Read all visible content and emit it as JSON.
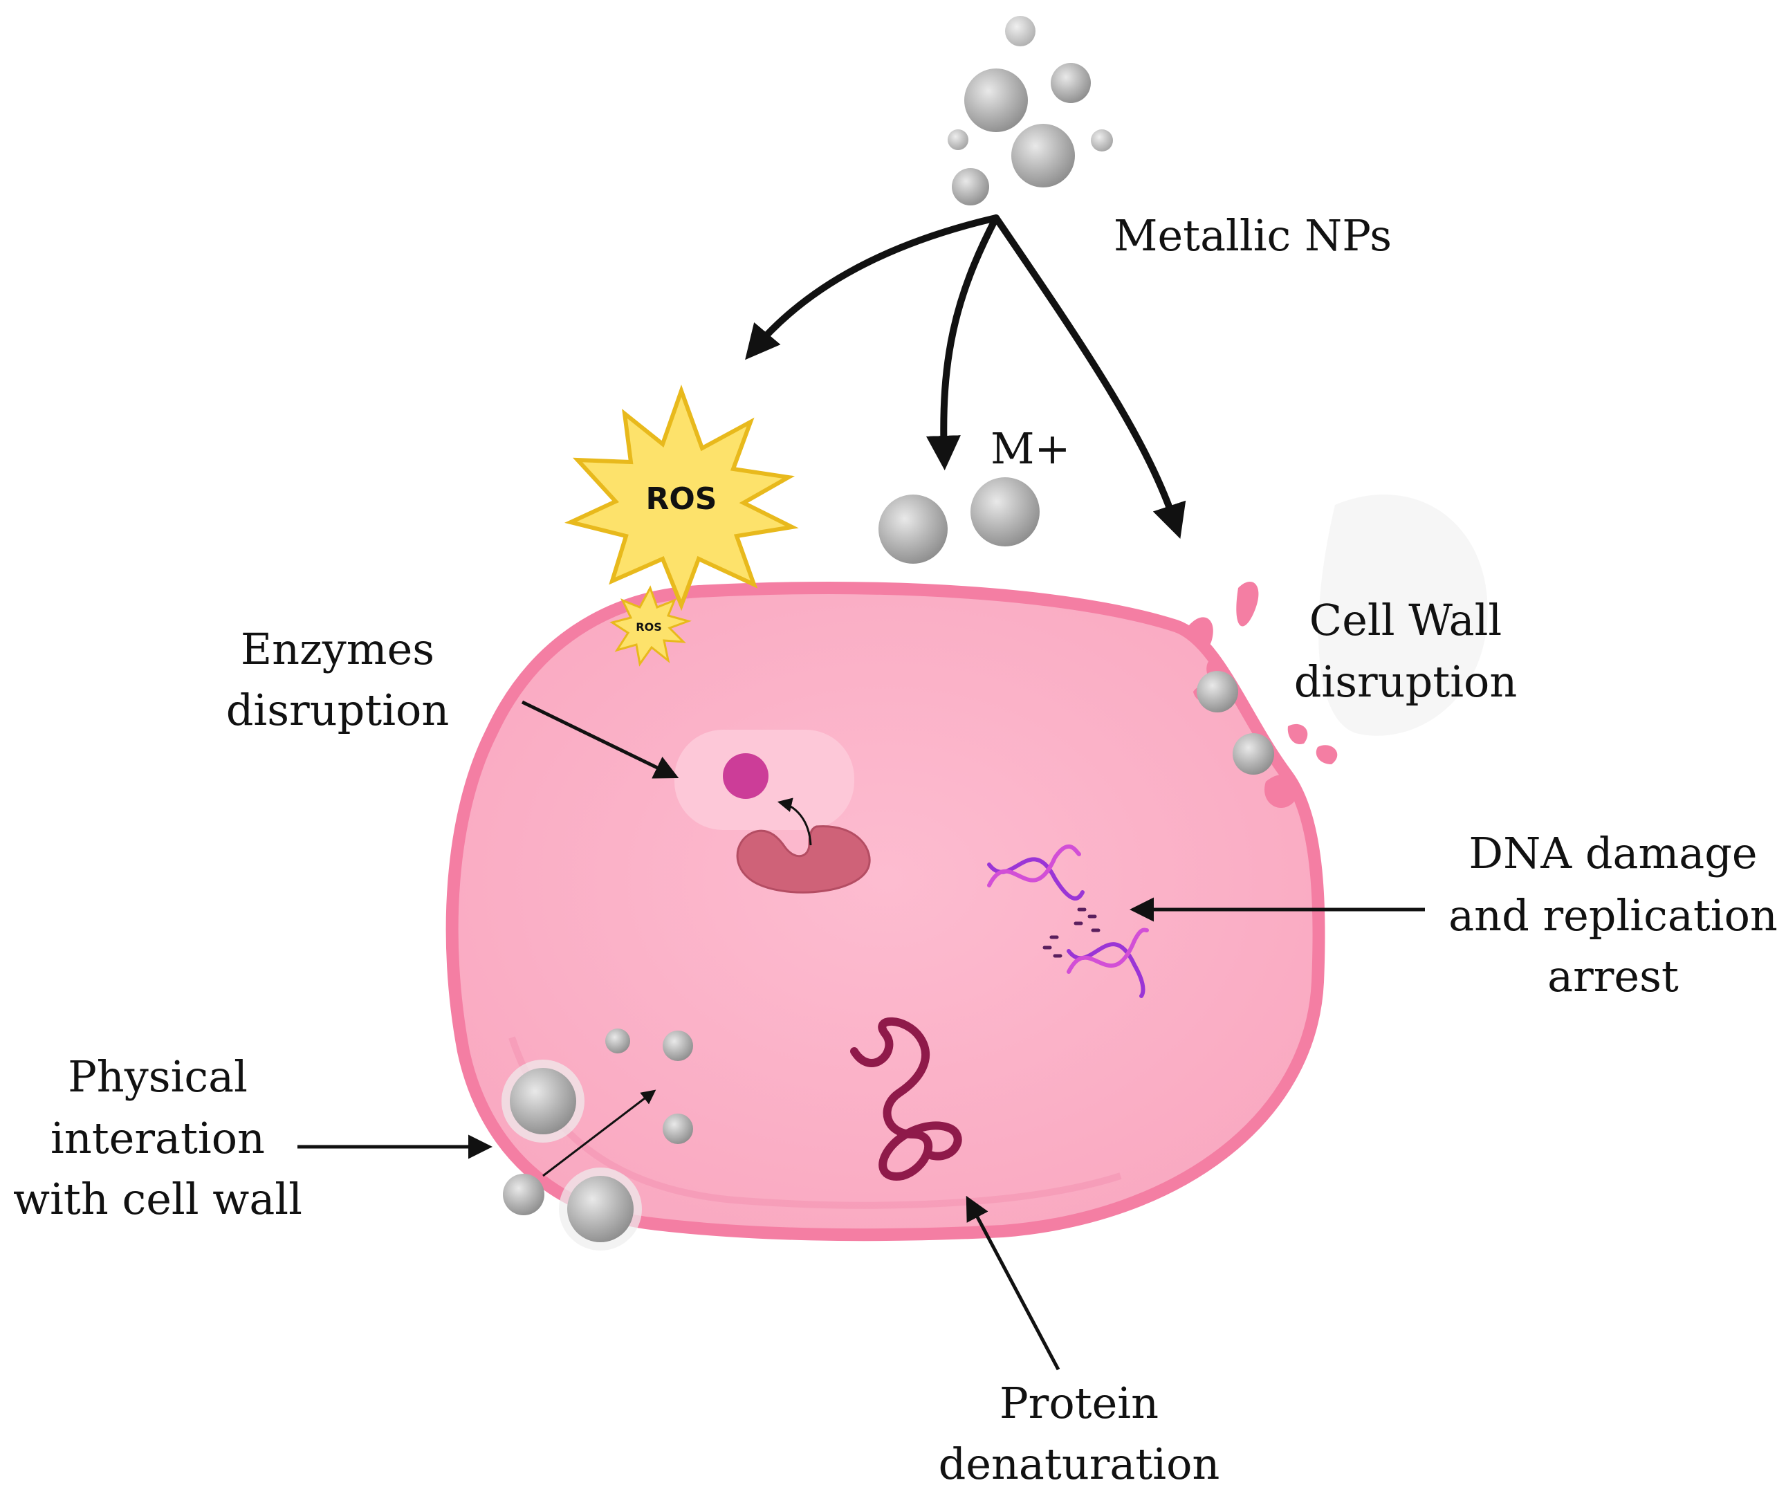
{
  "labels": {
    "metallic_nps": "Metallic NPs",
    "m_plus": "M+",
    "ros_large": "ROS",
    "ros_small": "ROS",
    "enzymes_line1": "Enzymes",
    "enzymes_line2": "disruption",
    "cell_wall_line1": "Cell Wall",
    "cell_wall_line2": "disruption",
    "dna_line1": "DNA damage",
    "dna_line2": "and replication",
    "dna_line3": "arrest",
    "physical_line1": "Physical",
    "physical_line2": "interation",
    "physical_line3": "with cell wall",
    "protein_line1": "Protein",
    "protein_line2": "denaturation"
  },
  "colors": {
    "cell_fill": "#fbb3c9",
    "cell_border": "#f47ea3",
    "nanoparticle": "#b3b3b3",
    "ros_star": "#fde26b",
    "ros_outline": "#e8b91c",
    "enzyme": "#cf6278",
    "substrate": "#cc3d98",
    "dna_strand": "#9a35d6",
    "protein": "#8f1a4a",
    "arrow": "#111111"
  }
}
